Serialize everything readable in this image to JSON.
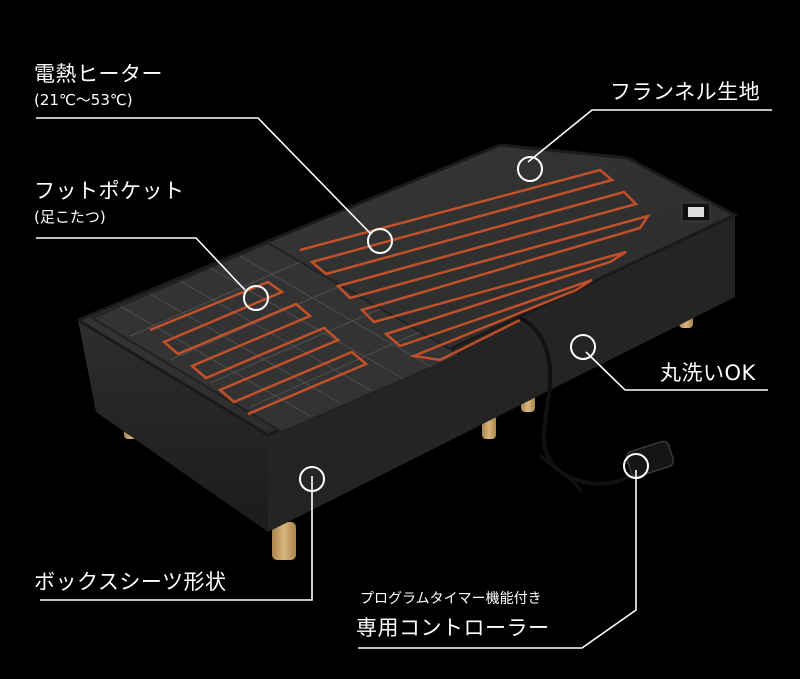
{
  "labels": {
    "heater": "電熱ヒーター",
    "heater_range": "(21℃〜53℃)",
    "foot_pocket": "フットポケット",
    "foot_pocket_note": "(足こたつ)",
    "flannel": "フランネル生地",
    "washable": "丸洗いOK",
    "box_sheet": "ボックスシーツ形状",
    "timer_note": "プログラムタイマー機能付き",
    "controller": "専用コントローラー"
  },
  "colors": {
    "background": "#000000",
    "mattress": "#2c2c2c",
    "heater_wire": "#d2542a",
    "callout": "#ffffff",
    "legs": "#c9a46c"
  }
}
